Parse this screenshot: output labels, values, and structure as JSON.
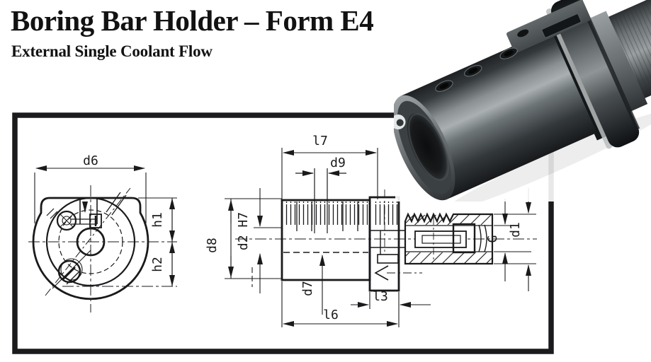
{
  "header": {
    "title": "Boring Bar Holder – Form E4",
    "subtitle": "External Single Coolant Flow"
  },
  "drawing": {
    "front_view": {
      "d6": "d6",
      "h1": "h1",
      "h2": "h2"
    },
    "side_view": {
      "l7": "l7",
      "d9": "d9",
      "d2": "d2 H7",
      "d8": "d8",
      "d7": "d7",
      "l6": "l6",
      "l3": "l3",
      "g": "G",
      "d1": "d1"
    }
  },
  "photo": {
    "icon": "boring-bar-holder-product-photo"
  },
  "colors": {
    "drawing_line": "#1a1a1c",
    "frame": "#1b1b1d",
    "metal_dark": "#26292b",
    "metal_mid": "#6d7476",
    "metal_light": "#aab0b1",
    "background": "#ffffff"
  }
}
